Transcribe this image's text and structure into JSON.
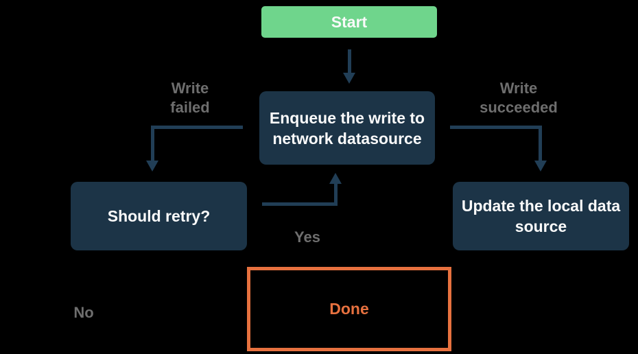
{
  "colors": {
    "background": "#000000",
    "node_fill": "#1c3447",
    "node_text": "#fafafa",
    "start_fill": "#6fd58c",
    "arrow": "#213e56",
    "edge_label_text": "#6e6e6e",
    "accent": "#e7713f"
  },
  "flowchart": {
    "nodes": [
      {
        "id": "start",
        "type": "start",
        "label": "Start"
      },
      {
        "id": "enqueue",
        "type": "process",
        "label": "Enqueue the write to network datasource"
      },
      {
        "id": "should-retry",
        "type": "process",
        "label": "Should retry?"
      },
      {
        "id": "update-local",
        "type": "process",
        "label": "Update the local data source"
      },
      {
        "id": "done",
        "type": "terminal",
        "label": "Done"
      }
    ],
    "edges": [
      {
        "from": "start",
        "to": "enqueue",
        "label": ""
      },
      {
        "from": "enqueue",
        "to": "should-retry",
        "label": "Write failed"
      },
      {
        "from": "enqueue",
        "to": "update-local",
        "label": "Write succeeded"
      },
      {
        "from": "should-retry",
        "to": "enqueue",
        "label": "Yes"
      },
      {
        "from": "should-retry",
        "to": "done",
        "label": "No"
      }
    ],
    "edge_labels": {
      "write_failed": "Write failed",
      "write_succeeded": "Write succeeded",
      "yes": "Yes",
      "no": "No"
    }
  }
}
